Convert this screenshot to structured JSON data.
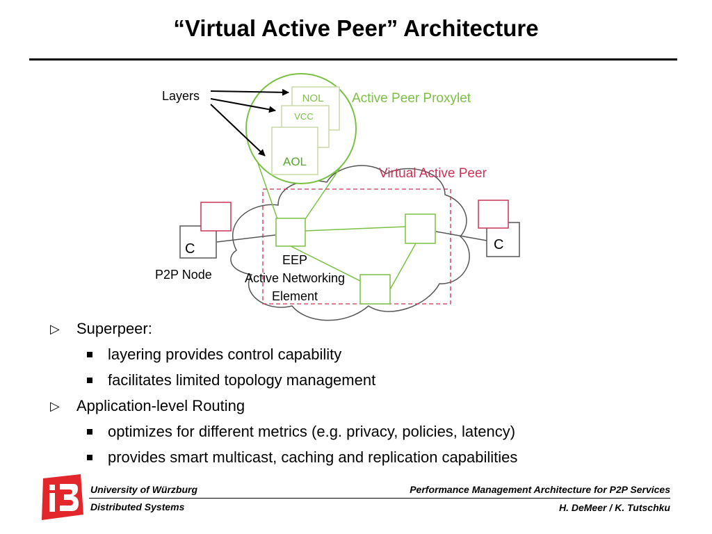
{
  "slide": {
    "title": "“Virtual Active Peer” Architecture"
  },
  "diagram": {
    "layers_label": "Layers",
    "nol_label": "NOL",
    "vcc_label": "VCC",
    "aol_label": "AOL",
    "proxylet_label": "Active Peer Proxylet",
    "virtual_peer_label": "Virtual Active Peer",
    "client_left_label": "C",
    "client_right_label": "C",
    "p2p_node_label": "P2P Node",
    "eep_label_line1": "EEP",
    "eep_label_line2": "Active Networking",
    "eep_label_line3": "Element",
    "colors": {
      "green": "#7ac143",
      "red": "#cc3355",
      "gray": "#555555"
    }
  },
  "bullets": {
    "b1": "Superpeer:",
    "b1_1": "layering provides control capability",
    "b1_2": "facilitates limited topology management",
    "b2": "Application-level Routing",
    "b2_1": "optimizes for different metrics (e.g. privacy, policies, latency)",
    "b2_2": "provides smart multicast, caching and replication capabilities",
    "level1_marker": "▷"
  },
  "footer": {
    "university": "University of Würzburg",
    "department": "Distributed Systems",
    "talk_title": "Performance Management Architecture for P2P Services",
    "authors": "H. DeMeer / K. Tutschku",
    "logo_brand_color": "#e3262b"
  }
}
